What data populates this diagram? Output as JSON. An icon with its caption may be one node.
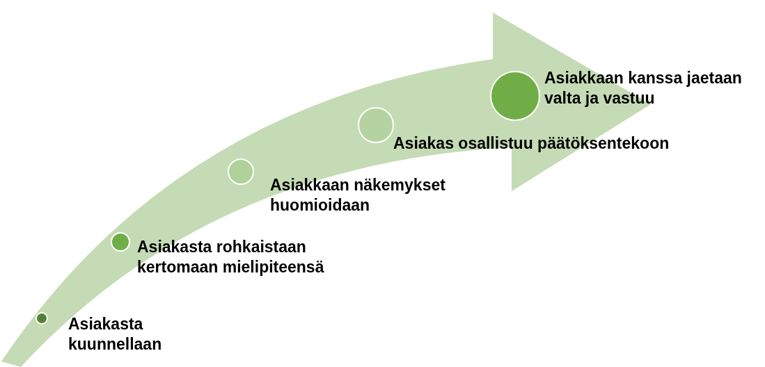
{
  "diagram": {
    "nodes": [
      {
        "text": [],
        "shape": "circle",
        "beside": [
          "Asiakasta kuunnellaan"
        ]
      },
      {
        "text": [],
        "shape": "circle",
        "beside": [
          "Asiakasta rohkaistaan kertomaan mielipiteensä"
        ]
      },
      {
        "text": [],
        "shape": "circle",
        "beside": [
          "Asiakkaan näkemykset huomioidaan"
        ]
      },
      {
        "text": [],
        "shape": "circle",
        "beside": [
          "Asiakas osallistuu päätöksentekoon"
        ]
      },
      {
        "text": [],
        "shape": "circle",
        "beside": [
          "Asiakkaan kanssa jaetaan valta ja vastuu"
        ]
      }
    ],
    "edges": []
  }
}
